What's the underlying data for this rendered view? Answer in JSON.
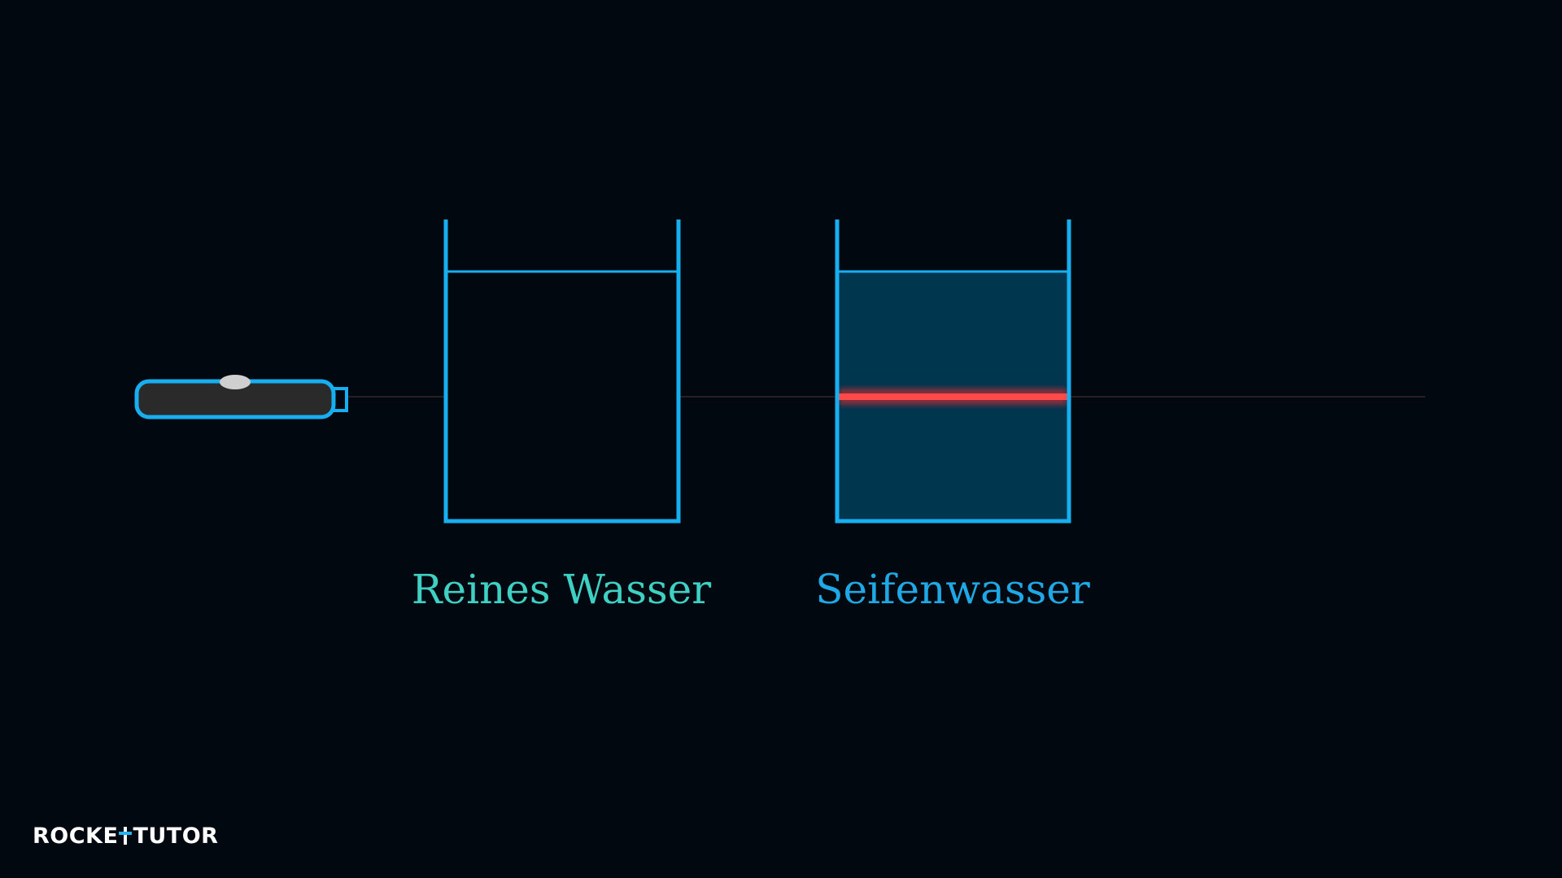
{
  "beakers": [
    {
      "label": "Reines Wasser",
      "label_color": "#3fd0c4",
      "liquid_color": "#02080f",
      "beam_visible": false
    },
    {
      "label": "Seifenwasser",
      "label_color": "#1ea9e6",
      "liquid_color": "#01364f",
      "beam_visible": true
    }
  ],
  "laser": {
    "body_color": "#2a2a2a",
    "outline_color": "#16b0f2",
    "button_color": "#cfcfcf",
    "beam_color": "#ff3b3b",
    "icon": "laser-pointer-icon"
  },
  "branding": {
    "logo_left": "ROCKE",
    "logo_right": "TUTOR"
  },
  "colors": {
    "background": "#02080f",
    "beaker_outline": "#16b0f2"
  }
}
